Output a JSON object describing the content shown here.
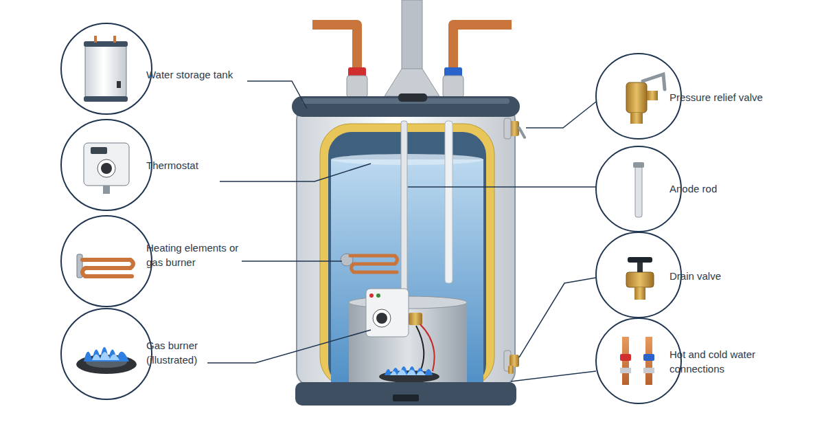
{
  "diagram": {
    "labels": [
      "Water storage tank",
      "Thermostat",
      "Heating elements or gas burner",
      "Gas burner (illustrated)",
      "Pressure relief valve",
      "Anode rod",
      "Drain valve",
      "Hot and cold water connections"
    ]
  }
}
